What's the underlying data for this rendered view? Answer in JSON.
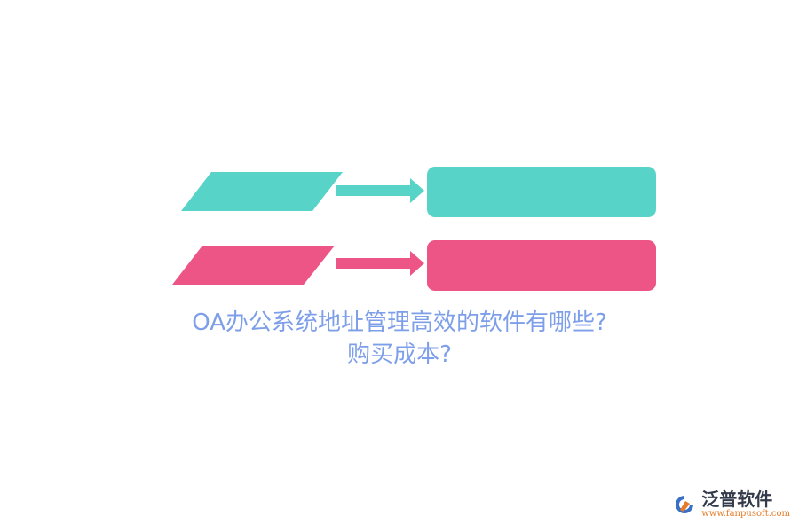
{
  "title": {
    "line1": "OA办公系统地址管理高效的软件有哪些?",
    "line2": "购买成本?"
  },
  "brand": {
    "name": "泛普软件",
    "url": "www.fanpusoft.com"
  },
  "colors": {
    "teal": "#57d3c8",
    "pink": "#ee5587",
    "title": "#7d9ee8"
  }
}
